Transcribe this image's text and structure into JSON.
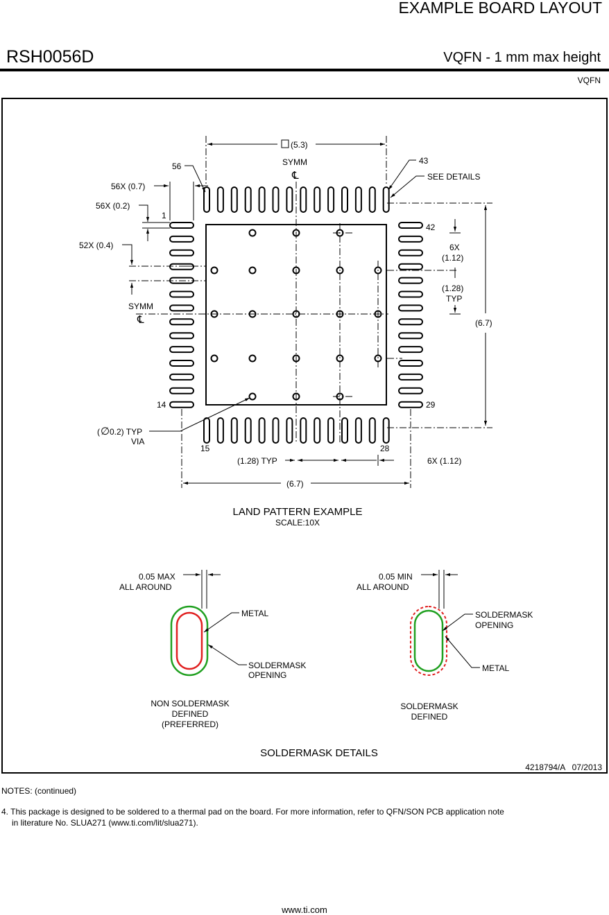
{
  "header": {
    "title": "EXAMPLE BOARD LAYOUT",
    "part_number": "RSH0056D",
    "package": "VQFN - 1 mm max height",
    "package_code": "VQFN"
  },
  "land_pattern": {
    "title": "LAND PATTERN EXAMPLE",
    "scale": "SCALE:10X",
    "pin_labels": {
      "p1": "1",
      "p14": "14",
      "p15": "15",
      "p28": "28",
      "p29": "29",
      "p42": "42",
      "p43": "43",
      "p56": "56"
    },
    "symm": "SYMM",
    "centerline_symbol": "℄",
    "square_symbol": "□",
    "diameter_symbol": "∅",
    "dims": {
      "top_span": "(5.3)",
      "pad_width": "56X (0.7)",
      "pad_height": "56X (0.2)",
      "pitch": "52X (0.4)",
      "see_details": "SEE DETAILS",
      "via_pitch_x": "6X",
      "via_pitch_val": "(1.12)",
      "via_spacing": "(1.28)",
      "typ": "TYP",
      "overall_v": "(6.7)",
      "via_dia": "0.2) TYP",
      "via_dia_open": "(",
      "via": "VIA",
      "bottom_spacing": "(1.28) TYP",
      "bottom_pitch": "6X (1.12)",
      "overall_h": "(6.7)"
    }
  },
  "soldermask": {
    "title": "SOLDERMASK DETAILS",
    "nsmd": {
      "dim1": "0.05 MAX",
      "dim2": "ALL AROUND",
      "metal": "METAL",
      "opening1": "SOLDERMASK",
      "opening2": "OPENING",
      "cap1": "NON SOLDERMASK",
      "cap2": "DEFINED",
      "cap3": "(PREFERRED)"
    },
    "smd": {
      "dim1": "0.05 MIN",
      "dim2": "ALL AROUND",
      "opening1": "SOLDERMASK",
      "opening2": "OPENING",
      "metal": "METAL",
      "cap1": "SOLDERMASK",
      "cap2": "DEFINED"
    },
    "colors": {
      "metal_nsmd": "#e02020",
      "opening_nsmd": "#20a020",
      "metal_smd": "#20a020",
      "opening_smd": "#e02020"
    }
  },
  "drawing_id": "4218794/A   07/2013",
  "notes": {
    "heading": "NOTES: (continued)",
    "note4_line1": "4. This package is designed to be soldered to a thermal pad on the board. For more information, refer to QFN/SON PCB application note",
    "note4_line2": "in literature No. SLUA271 (www.ti.com/lit/slua271)."
  },
  "footer": "www.ti.com"
}
